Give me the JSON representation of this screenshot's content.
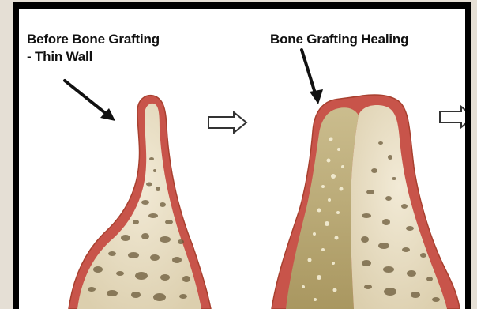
{
  "labels": {
    "before_line1": "Before Bone Grafting",
    "before_line2": "- Thin Wall",
    "healing": "Bone Grafting Healing"
  },
  "colors": {
    "gum": "#c8544a",
    "gum_edge": "#a8402f",
    "bone": "#ebe0c7",
    "graft": "#b9a673",
    "frame": "#000000",
    "outer": "#e5dfd5"
  },
  "icons": {
    "pointer_arrow": "arrow-pointer",
    "process_arrow": "hollow-right-arrow"
  }
}
